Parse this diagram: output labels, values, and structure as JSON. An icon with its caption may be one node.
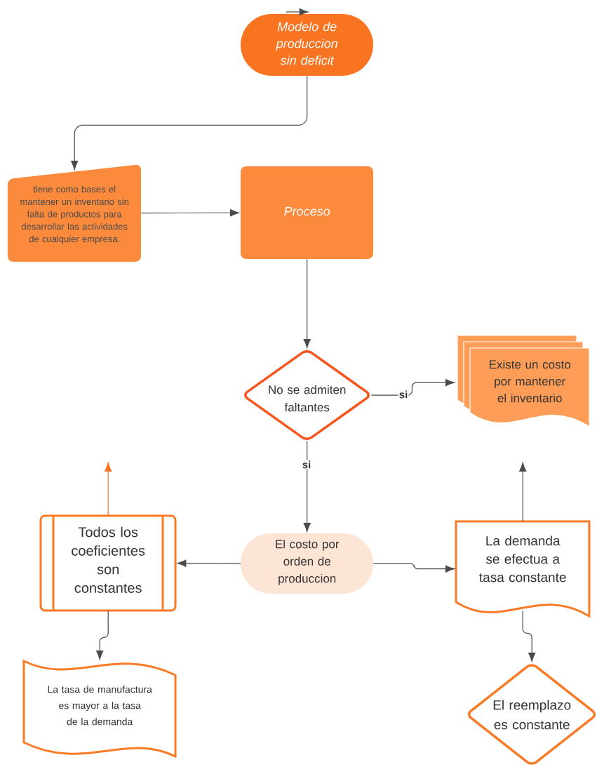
{
  "diagram": {
    "nodes": [
      {
        "text": [
          "Modelo de produccion sin deficit"
        ]
      },
      {
        "text": [
          "tiene como bases el mantener un inventario sin falta de productos para desarrollar las actividades de cualquier empresa."
        ]
      },
      {
        "text": [
          "Proceso"
        ]
      },
      {
        "text": [
          "No se admiten faltantes"
        ]
      },
      {
        "text": [
          "Existe un costo por mantener el inventario"
        ]
      },
      {
        "text": [
          "El costo por orden de produccion"
        ]
      },
      {
        "text": [
          "Todos los coeficientes son constantes"
        ]
      },
      {
        "text": [
          "La demanda se efectua a tasa constante"
        ]
      },
      {
        "text": [
          "La tasa de manufactura es mayor a la tasa de la demanda"
        ]
      },
      {
        "text": [
          "El reemplazo es constante"
        ]
      }
    ],
    "edges": [
      {
        "from": null,
        "to": 0,
        "arrow": "to"
      },
      {
        "from": 0,
        "to": 1,
        "arrow": "to"
      },
      {
        "from": 1,
        "to": 2,
        "arrow": "to"
      },
      {
        "from": 2,
        "to": 3,
        "arrow": "to"
      },
      {
        "from": 3,
        "to": 4,
        "arrow": "to",
        "label": "si"
      },
      {
        "from": 3,
        "to": 5,
        "arrow": "to",
        "label": "si"
      },
      {
        "from": 5,
        "to": 6,
        "arrow": "to"
      },
      {
        "from": 5,
        "to": 7,
        "arrow": "to"
      },
      {
        "from": 6,
        "to": null,
        "arrow": "to",
        "color": "#f97420"
      },
      {
        "from": 7,
        "to": null,
        "arrow": "to"
      },
      {
        "from": 6,
        "to": 8,
        "arrow": "to"
      },
      {
        "from": 7,
        "to": 9,
        "arrow": "to"
      }
    ]
  }
}
